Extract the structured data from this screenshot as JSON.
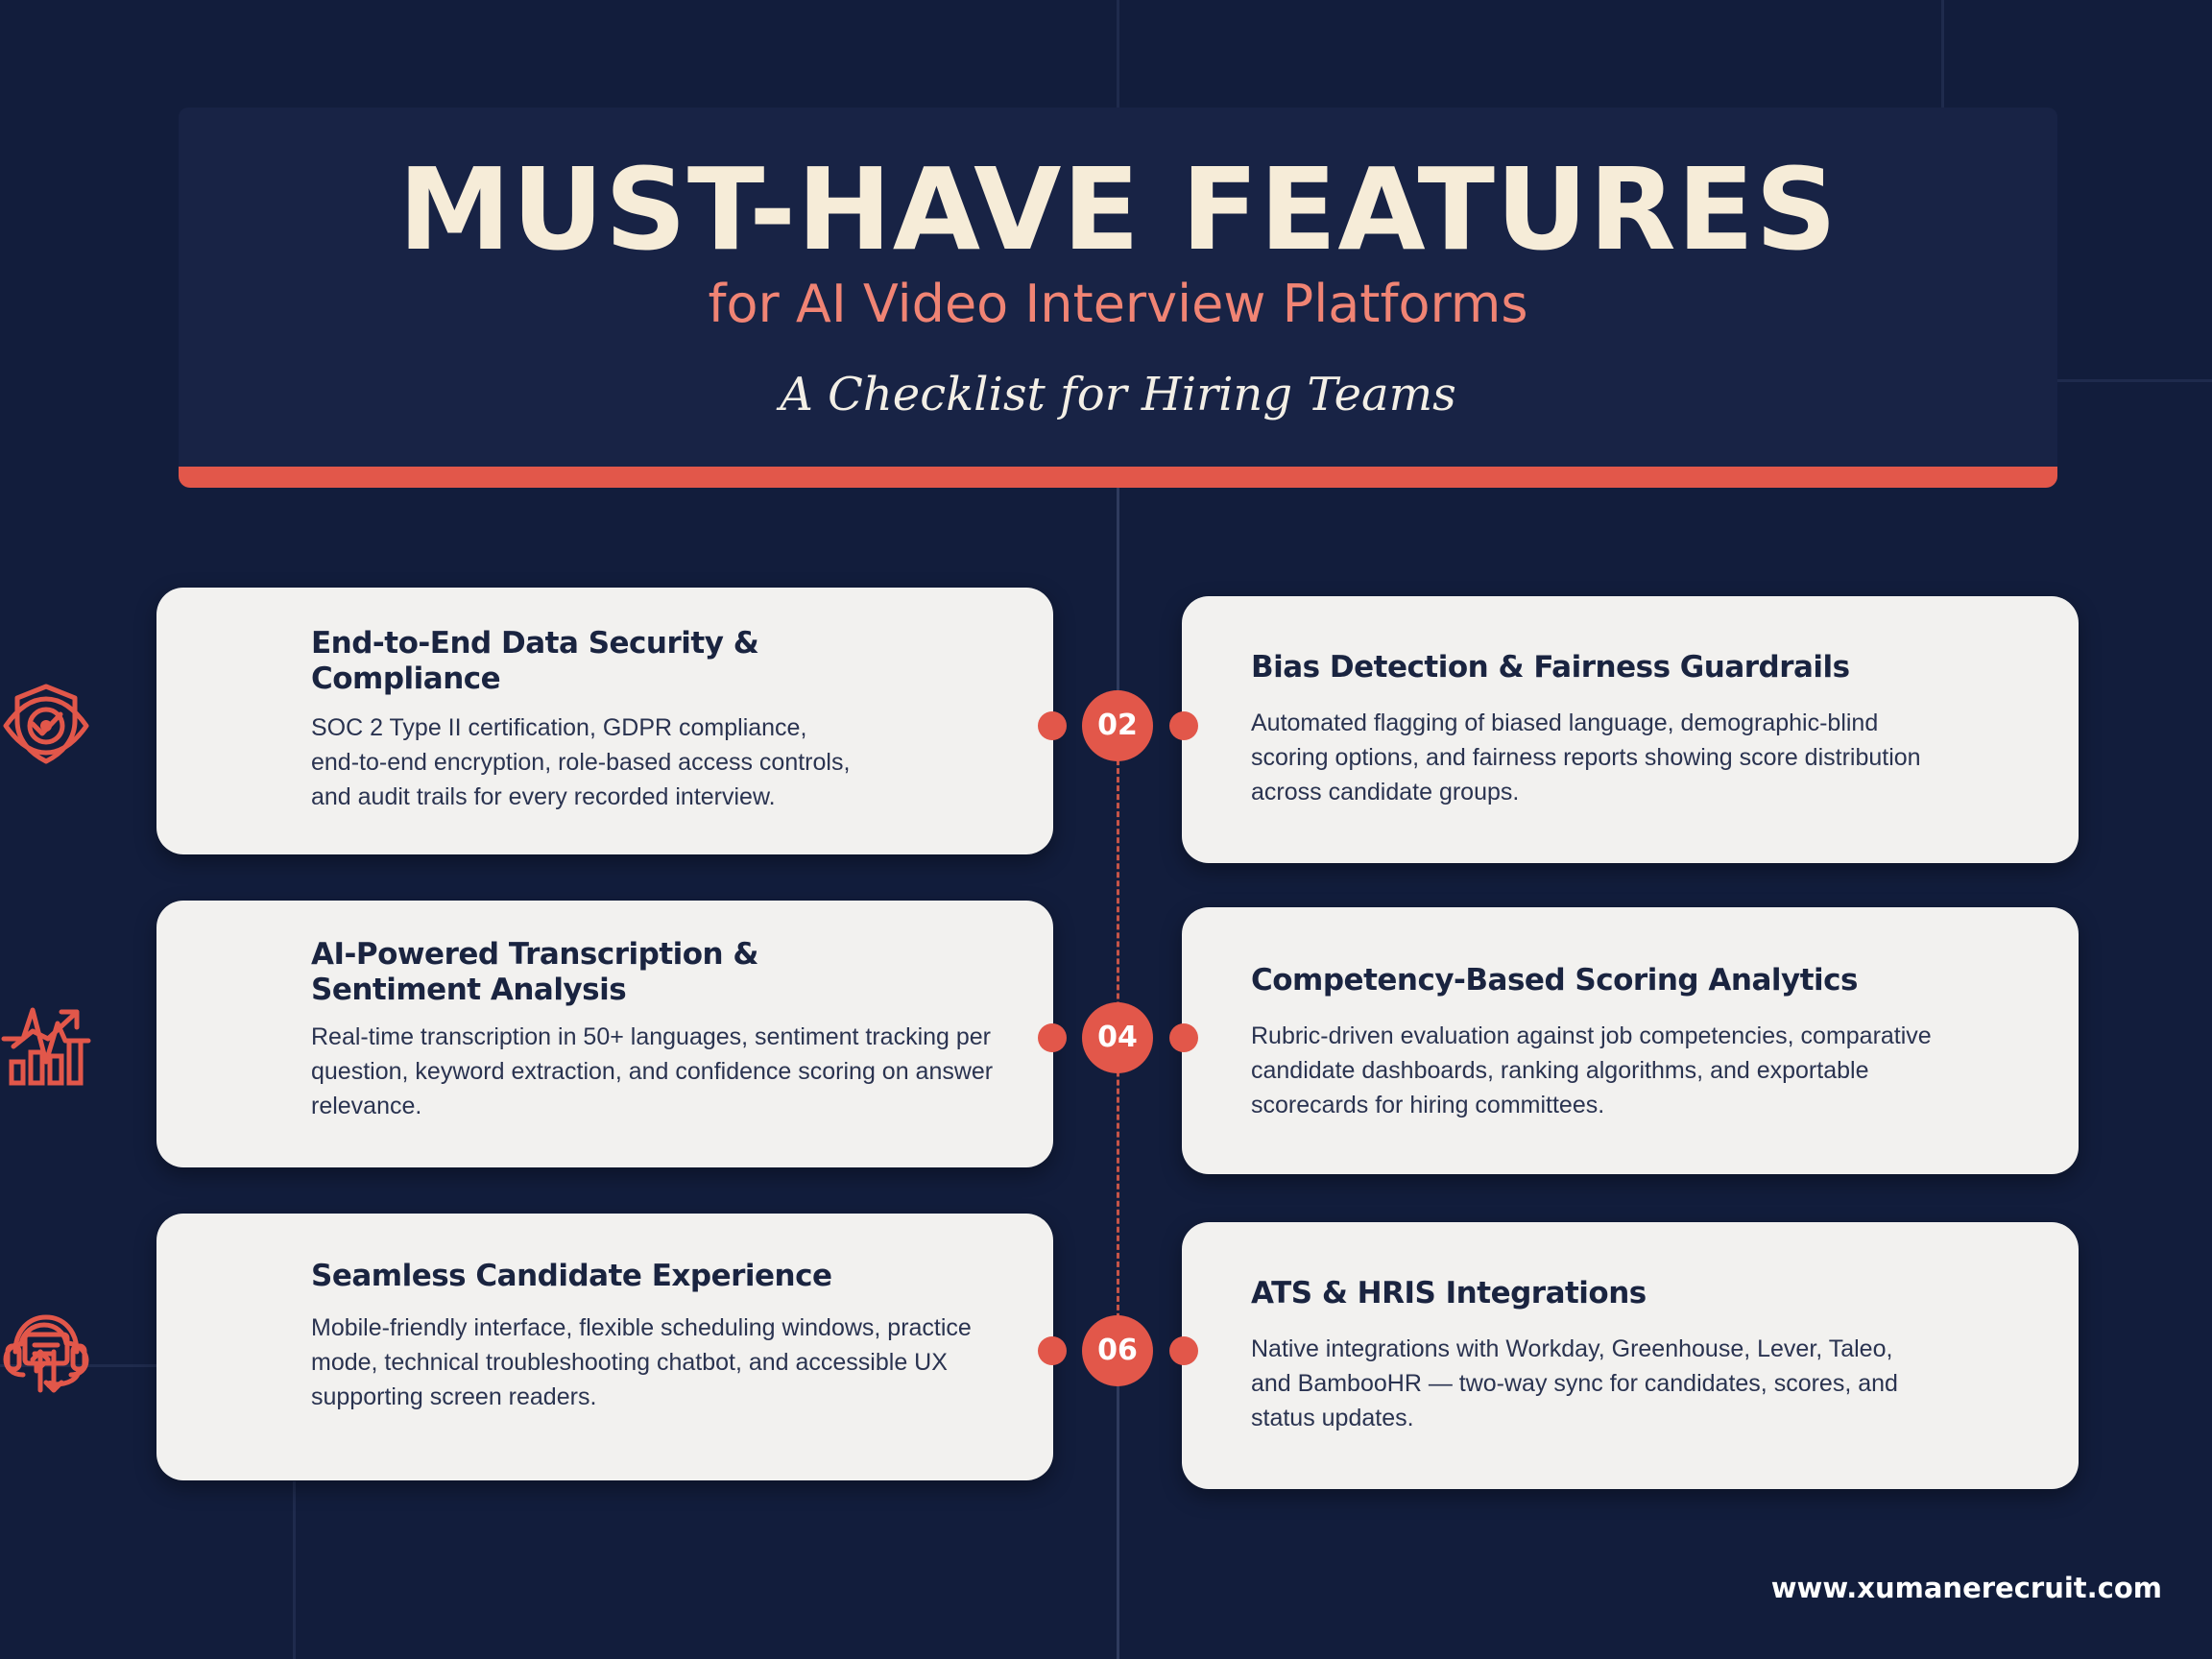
{
  "header": {
    "title": "MUST-HAVE FEATURES",
    "subtitle": "for AI Video Interview Platforms",
    "tagline": "A Checklist for Hiring Teams"
  },
  "colors": {
    "background": "#121d3c",
    "header_panel": "#182345",
    "accent": "#e2574a",
    "title_text": "#f6ecd8",
    "subtitle_text": "#f08474",
    "card_background": "#f2f1ef",
    "card_title_text": "#1a2440"
  },
  "badges": [
    "02",
    "04",
    "06"
  ],
  "features": [
    {
      "title": "End-to-End Data Security & Compliance",
      "description": "SOC 2 Type II certification, GDPR compliance, end-to-end encryption, role-based access controls, and audit trails for every recorded interview.",
      "icon": "shield-check-icon"
    },
    {
      "title": "Bias Detection & Fairness Guardrails",
      "description": "Automated flagging of biased language, demographic-blind scoring options, and fairness reports showing score distribution across candidate groups.",
      "icon": "eye-icon"
    },
    {
      "title": "AI-Powered Transcription & Sentiment Analysis",
      "description": "Real-time transcription in 50+ languages, sentiment tracking per question, keyword extraction, and confidence scoring on answer relevance.",
      "icon": "waveform-icon"
    },
    {
      "title": "Competency-Based Scoring Analytics",
      "description": "Rubric-driven evaluation against job competencies, comparative candidate dashboards, ranking algorithms, and exportable scorecards for hiring committees.",
      "icon": "bar-chart-trend-icon"
    },
    {
      "title": "Seamless Candidate Experience",
      "description": "Mobile-friendly interface, flexible scheduling windows, practice mode, technical troubleshooting chatbot, and accessible UX supporting screen readers.",
      "icon": "headset-chat-icon"
    },
    {
      "title": "ATS & HRIS Integrations",
      "description": "Native integrations with Workday, Greenhouse, Lever, Taleo, and BambooHR — two-way sync for candidates, scores, and status updates.",
      "icon": "cloud-sync-icon"
    }
  ],
  "footer": {
    "url": "www.xumanerecruit.com"
  }
}
